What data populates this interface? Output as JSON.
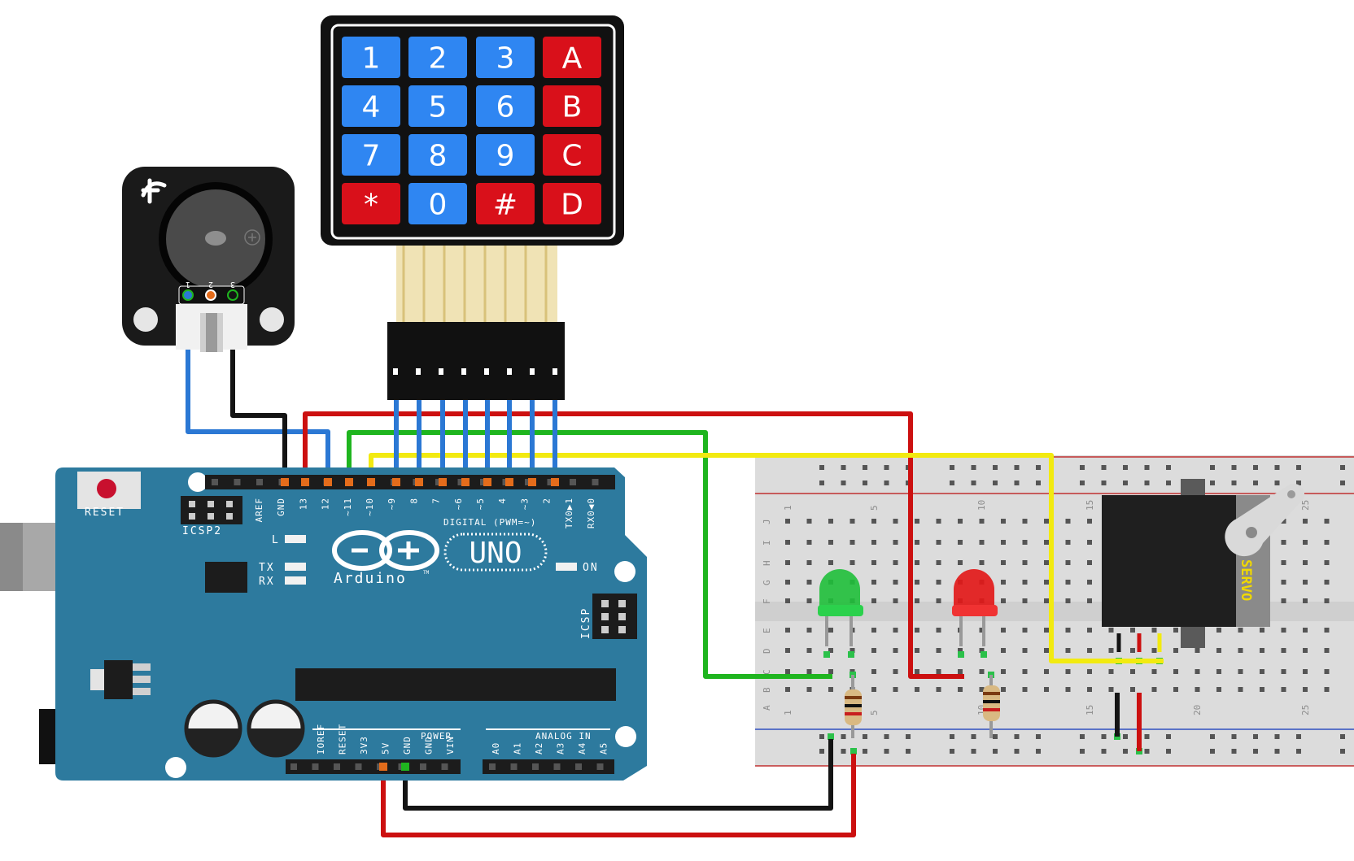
{
  "keypad": {
    "keys": [
      {
        "label": "1",
        "color": "blue"
      },
      {
        "label": "2",
        "color": "blue"
      },
      {
        "label": "3",
        "color": "blue"
      },
      {
        "label": "A",
        "color": "red"
      },
      {
        "label": "4",
        "color": "blue"
      },
      {
        "label": "5",
        "color": "blue"
      },
      {
        "label": "6",
        "color": "blue"
      },
      {
        "label": "B",
        "color": "red"
      },
      {
        "label": "7",
        "color": "blue"
      },
      {
        "label": "8",
        "color": "blue"
      },
      {
        "label": "9",
        "color": "blue"
      },
      {
        "label": "C",
        "color": "red"
      },
      {
        "label": "*",
        "color": "red"
      },
      {
        "label": "0",
        "color": "blue"
      },
      {
        "label": "#",
        "color": "red"
      },
      {
        "label": "D",
        "color": "red"
      }
    ]
  },
  "buzzer": {
    "pin_labels": [
      "1",
      "2",
      "3"
    ]
  },
  "arduino": {
    "reset_label": "RESET",
    "icsp2_label": "ICSP2",
    "icsp_label": "ICSP",
    "brand": "Arduino",
    "tm": "TM",
    "model": "UNO",
    "on_label": "ON",
    "l_label": "L",
    "tx_label": "TX",
    "rx_label": "RX",
    "digital_label": "DIGITAL (PWM=~)",
    "digital_pins": [
      "AREF",
      "GND",
      "13",
      "12",
      "~11",
      "~10",
      "~9",
      "8",
      "7",
      "~6",
      "~5",
      "4",
      "~3",
      "2",
      "TX0▶1",
      "RX0◀0"
    ],
    "power_label": "POWER",
    "power_pins": [
      "IOREF",
      "RESET",
      "3V3",
      "5V",
      "GND",
      "GND",
      "VIN"
    ],
    "analog_label": "ANALOG IN",
    "analog_pins": [
      "A0",
      "A1",
      "A2",
      "A3",
      "A4",
      "A5"
    ]
  },
  "breadboard": {
    "col_numbers": [
      "1",
      "5",
      "10",
      "15",
      "20",
      "25"
    ],
    "row_letters_top": [
      "J",
      "I",
      "H",
      "G",
      "F"
    ],
    "row_letters_bottom": [
      "E",
      "D",
      "C",
      "B",
      "A"
    ]
  },
  "servo": {
    "label": "SERVO"
  },
  "colors": {
    "board": "#2d7a9e",
    "key_blue": "#2f86f2",
    "key_red": "#d9101a",
    "wire_red": "#cc1010",
    "wire_black": "#141414",
    "wire_blue": "#2b78d4",
    "wire_green": "#1fb51f",
    "wire_yellow": "#f2ea10"
  }
}
